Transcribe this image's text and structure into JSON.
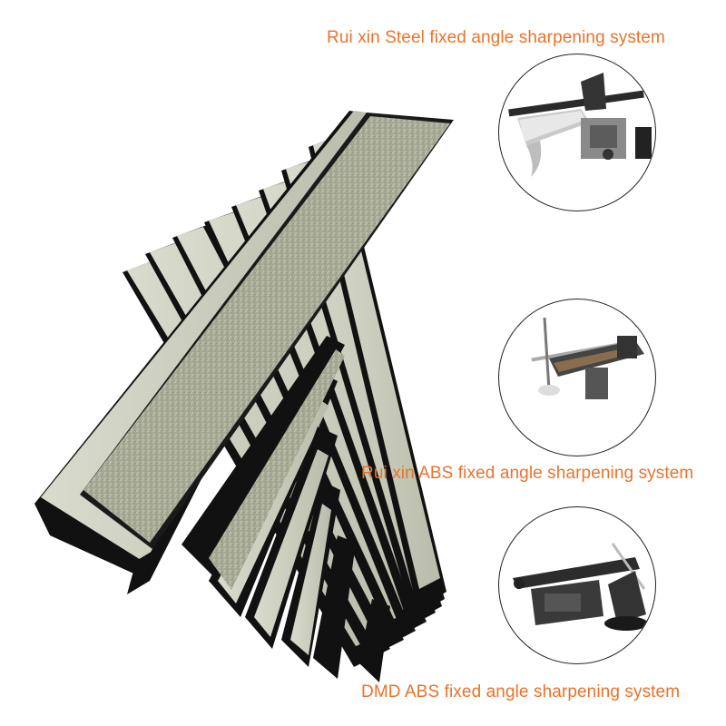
{
  "captions": {
    "steel": "Rui xin Steel fixed angle sharpening system",
    "abs": "Rui xin ABS fixed angle sharpening system",
    "dmd": "DMD ABS fixed angle sharpening system"
  },
  "colors": {
    "caption": "#e8742a",
    "stone_surface": "#a9ad98",
    "stone_base": "#111111",
    "circle_border": "#222222"
  },
  "illustrations": {
    "stones": "fanned diamond sharpening stones on black bases",
    "steel": "steel fixed-angle sharpener holding a knife",
    "abs": "ABS fixed-angle sharpener with rod and clamp",
    "dmd": "DMD ABS fixed-angle sharpener with suction base"
  }
}
